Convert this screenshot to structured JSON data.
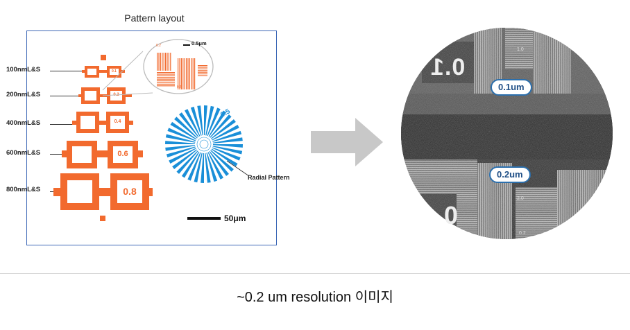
{
  "title": "Pattern layout",
  "labels": [
    "100nmL&S",
    "200nmL&S",
    "400nmL&S",
    "600nmL&S",
    "800nmL&S"
  ],
  "pattern_numbers": [
    "0.1",
    "0.2",
    "0.4",
    "0.6",
    "0.8"
  ],
  "inset_scale": "0.5μm",
  "inset_nums": [
    "0.2",
    "0.5"
  ],
  "radial_label": "Radial Pattern",
  "radial_text": "0.5",
  "scalebar_label": "50μm",
  "sem_labels": {
    "upper": "0.1um",
    "lower": "0.2um"
  },
  "sem_digits": {
    "big_upper": "0.1",
    "big_lower": "0",
    "small_top": "1.0",
    "small_mid": "2.0",
    "small_bot": "0.2"
  },
  "caption": "~0.2 um resolution 이미지",
  "colors": {
    "pattern": "#f26a2e",
    "box": "#3b66b5",
    "radial": "#1a8fd8",
    "pill_border": "#2b6fad",
    "arrow": "#c8c8c8"
  }
}
